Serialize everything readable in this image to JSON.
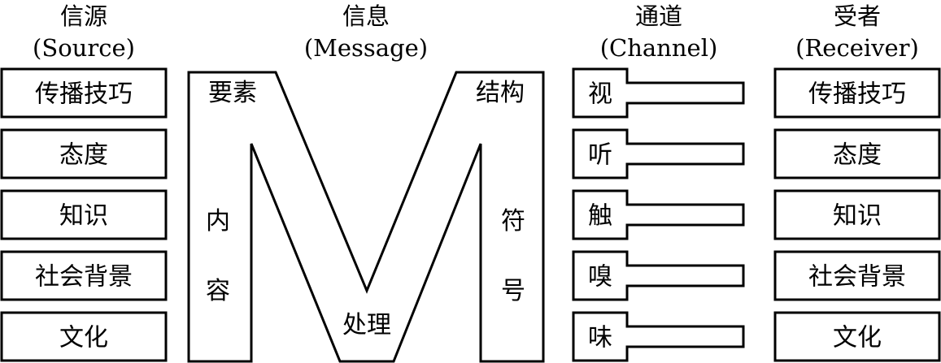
{
  "headers": {
    "source": {
      "zh": "信源",
      "en": "(Source)"
    },
    "message": {
      "zh": "信息",
      "en": "(Message)"
    },
    "channel": {
      "zh": "通道",
      "en": "(Channel)"
    },
    "receiver": {
      "zh": "受者",
      "en": "(Receiver)"
    }
  },
  "source_items": [
    "传播技巧",
    "态度",
    "知识",
    "社会背景",
    "文化"
  ],
  "message": {
    "top_left": "要素",
    "top_right": "结构",
    "left_column": [
      "内",
      "容"
    ],
    "right_column": [
      "符",
      "号"
    ],
    "bottom": "处理"
  },
  "channel_items": [
    "视",
    "听",
    "触",
    "嗅",
    "味"
  ],
  "receiver_items": [
    "传播技巧",
    "态度",
    "知识",
    "社会背景",
    "文化"
  ]
}
